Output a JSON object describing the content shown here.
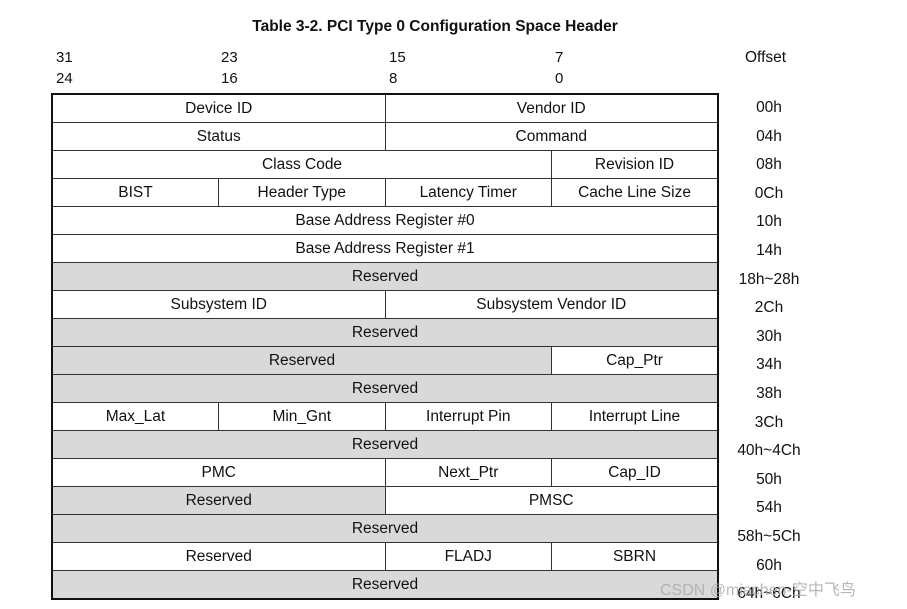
{
  "title": "Table 3-2.   PCI Type 0 Configuration Space Header",
  "bits": {
    "b31": "31",
    "b24": "24",
    "b23": "23",
    "b16": "16",
    "b15": "15",
    "b8": "8",
    "b7": "7",
    "b0": "0"
  },
  "offset_header": "Offset",
  "rows": [
    {
      "cells": [
        {
          "text": "Device ID",
          "span": 2
        },
        {
          "text": "Vendor ID",
          "span": 2
        }
      ],
      "offset": "00h"
    },
    {
      "cells": [
        {
          "text": "Status",
          "span": 2
        },
        {
          "text": "Command",
          "span": 2
        }
      ],
      "offset": "04h"
    },
    {
      "cells": [
        {
          "text": "Class Code",
          "span": 3
        },
        {
          "text": "Revision ID",
          "span": 1
        }
      ],
      "offset": "08h"
    },
    {
      "cells": [
        {
          "text": "BIST",
          "span": 1
        },
        {
          "text": "Header Type",
          "span": 1
        },
        {
          "text": "Latency Timer",
          "span": 1
        },
        {
          "text": "Cache Line Size",
          "span": 1
        }
      ],
      "offset": "0Ch"
    },
    {
      "cells": [
        {
          "text": "Base Address Register #0",
          "span": 4
        }
      ],
      "offset": "10h"
    },
    {
      "cells": [
        {
          "text": "Base Address Register #1",
          "span": 4
        }
      ],
      "offset": "14h"
    },
    {
      "cells": [
        {
          "text": "Reserved",
          "span": 4,
          "reserved": true
        }
      ],
      "offset": "18h~28h"
    },
    {
      "cells": [
        {
          "text": "Subsystem ID",
          "span": 2
        },
        {
          "text": "Subsystem Vendor ID",
          "span": 2
        }
      ],
      "offset": "2Ch"
    },
    {
      "cells": [
        {
          "text": "Reserved",
          "span": 4,
          "reserved": true
        }
      ],
      "offset": "30h"
    },
    {
      "cells": [
        {
          "text": "Reserved",
          "span": 3,
          "reserved": true
        },
        {
          "text": "Cap_Ptr",
          "span": 1
        }
      ],
      "offset": "34h"
    },
    {
      "cells": [
        {
          "text": "Reserved",
          "span": 4,
          "reserved": true
        }
      ],
      "offset": "38h"
    },
    {
      "cells": [
        {
          "text": "Max_Lat",
          "span": 1
        },
        {
          "text": "Min_Gnt",
          "span": 1
        },
        {
          "text": "Interrupt Pin",
          "span": 1
        },
        {
          "text": "Interrupt Line",
          "span": 1
        }
      ],
      "offset": "3Ch"
    },
    {
      "cells": [
        {
          "text": "Reserved",
          "span": 4,
          "reserved": true
        }
      ],
      "offset": "40h~4Ch"
    },
    {
      "cells": [
        {
          "text": "PMC",
          "span": 2
        },
        {
          "text": "Next_Ptr",
          "span": 1
        },
        {
          "text": "Cap_ID",
          "span": 1
        }
      ],
      "offset": "50h"
    },
    {
      "cells": [
        {
          "text": "Reserved",
          "span": 2,
          "reserved": true
        },
        {
          "text": "PMSC",
          "span": 2
        }
      ],
      "offset": "54h"
    },
    {
      "cells": [
        {
          "text": "Reserved",
          "span": 4,
          "reserved": true
        }
      ],
      "offset": "58h~5Ch"
    },
    {
      "cells": [
        {
          "text": "Reserved",
          "span": 2
        },
        {
          "text": "FLADJ",
          "span": 1
        },
        {
          "text": "SBRN",
          "span": 1
        }
      ],
      "offset": "60h"
    },
    {
      "cells": [
        {
          "text": "Reserved",
          "span": 4,
          "reserved": true
        }
      ],
      "offset": "64h~6Ch"
    }
  ],
  "watermark": "CSDN @miachen-空中飞鸟",
  "colors": {
    "reserved_fill": "#d9d9d9",
    "border": "#111111"
  }
}
